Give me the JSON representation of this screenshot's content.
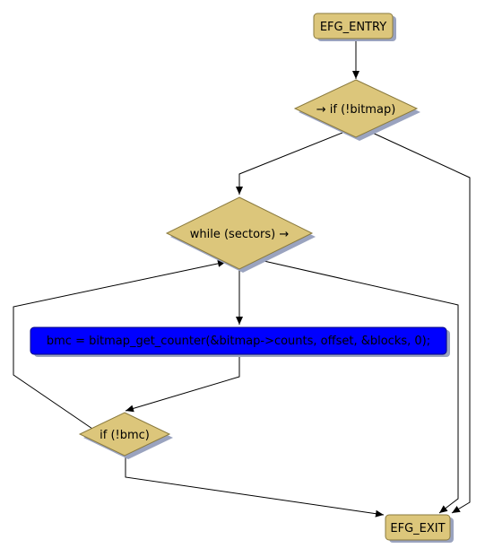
{
  "colors": {
    "node_fill": "#dcc67b",
    "node_border": "#8a7a3e",
    "shadow": "#9aa3bf",
    "highlight_fill": "#0000ff",
    "highlight_border": "#000080",
    "edge": "#000000"
  },
  "nodes": {
    "entry": "EFG_ENTRY",
    "if_bitmap": "→ if (!bitmap)",
    "while_sectors": "while (sectors) →",
    "statement": "bmc = bitmap_get_counter(&bitmap->counts, offset, &blocks, 0);",
    "if_bmc": "if (!bmc)",
    "exit": "EFG_EXIT"
  }
}
